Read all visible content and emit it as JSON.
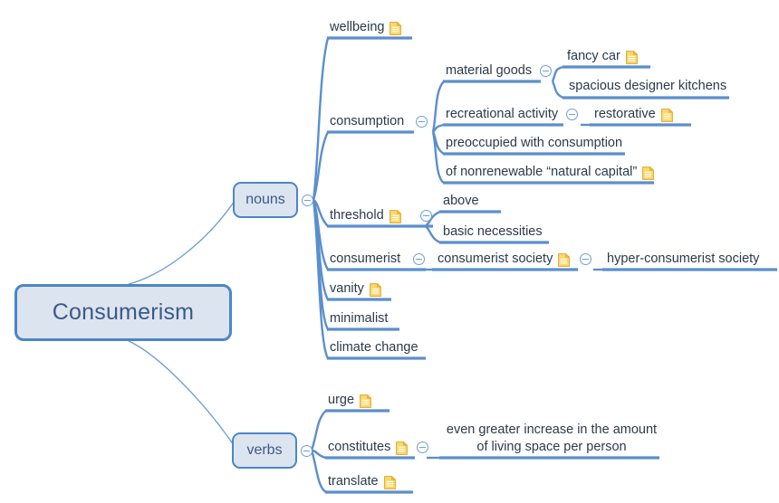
{
  "diagram": {
    "type": "mind-map",
    "colors": {
      "node_fill": "#dce4f0",
      "node_border": "#4a86c8",
      "node_text": "#3b5a87",
      "topic_text": "#2b3a4a",
      "branch_line": "#5b8fcc",
      "connector_line": "#6f9fd8",
      "note_icon": "#f5c344",
      "collapse_icon": "#6f9fd8",
      "background": "#ffffff"
    },
    "root": {
      "label": "Consumerism",
      "has_note": false,
      "collapse_state": "expanded"
    },
    "branches": [
      {
        "label": "nouns",
        "has_note": false,
        "collapse_state": "expanded",
        "collapse_icon": "circle-minus-icon",
        "children": [
          {
            "label": "wellbeing",
            "has_note": true,
            "note_icon": "note-document-icon",
            "collapse_state": "leaf",
            "children": []
          },
          {
            "label": "consumption",
            "has_note": false,
            "collapse_state": "expanded",
            "collapse_icon": "circle-minus-icon",
            "children": [
              {
                "label": "material goods",
                "has_note": false,
                "collapse_state": "expanded",
                "collapse_icon": "circle-minus-icon",
                "children": [
                  {
                    "label": "fancy car",
                    "has_note": true,
                    "note_icon": "note-document-icon",
                    "collapse_state": "leaf",
                    "children": []
                  },
                  {
                    "label": "spacious designer kitchens",
                    "has_note": false,
                    "collapse_state": "leaf",
                    "children": []
                  }
                ]
              },
              {
                "label": "recreational activity",
                "has_note": false,
                "collapse_state": "expanded",
                "collapse_icon": "circle-minus-icon",
                "children": [
                  {
                    "label": "restorative",
                    "has_note": true,
                    "note_icon": "note-document-icon",
                    "collapse_state": "leaf",
                    "children": []
                  }
                ]
              },
              {
                "label": "preoccupied with consumption",
                "has_note": false,
                "collapse_state": "leaf",
                "children": []
              },
              {
                "label": "of nonrenewable “natural capital”",
                "has_note": true,
                "note_icon": "note-document-icon",
                "collapse_state": "leaf",
                "children": []
              }
            ]
          },
          {
            "label": "threshold",
            "has_note": true,
            "note_icon": "note-document-icon",
            "collapse_state": "expanded",
            "collapse_icon": "circle-minus-icon",
            "children": [
              {
                "label": "above",
                "has_note": false,
                "collapse_state": "leaf",
                "children": []
              },
              {
                "label": "basic necessities",
                "has_note": false,
                "collapse_state": "leaf",
                "children": []
              }
            ]
          },
          {
            "label": "consumerist",
            "has_note": false,
            "collapse_state": "expanded",
            "collapse_icon": "circle-minus-icon",
            "children": [
              {
                "label": "consumerist society",
                "has_note": true,
                "note_icon": "note-document-icon",
                "collapse_state": "expanded",
                "collapse_icon": "circle-minus-icon",
                "children": [
                  {
                    "label": "hyper-consumerist society",
                    "has_note": false,
                    "collapse_state": "leaf",
                    "children": []
                  }
                ]
              }
            ]
          },
          {
            "label": "vanity",
            "has_note": true,
            "note_icon": "note-document-icon",
            "collapse_state": "leaf",
            "children": []
          },
          {
            "label": "minimalist",
            "has_note": false,
            "collapse_state": "leaf",
            "children": []
          },
          {
            "label": "climate change",
            "has_note": false,
            "collapse_state": "leaf",
            "children": []
          }
        ]
      },
      {
        "label": "verbs",
        "has_note": false,
        "collapse_state": "expanded",
        "collapse_icon": "circle-minus-icon",
        "children": [
          {
            "label": "urge",
            "has_note": true,
            "note_icon": "note-document-icon",
            "collapse_state": "leaf",
            "children": []
          },
          {
            "label": "constitutes",
            "has_note": true,
            "note_icon": "note-document-icon",
            "collapse_state": "expanded",
            "collapse_icon": "circle-minus-icon",
            "children": [
              {
                "label": "even greater increase in the amount\nof living space per person",
                "has_note": false,
                "collapse_state": "leaf",
                "children": []
              }
            ]
          },
          {
            "label": "translate",
            "has_note": true,
            "note_icon": "note-document-icon",
            "collapse_state": "leaf",
            "children": []
          }
        ]
      }
    ]
  },
  "nodes": {
    "root": "Consumerism",
    "nouns": "nouns",
    "verbs": "verbs",
    "wellbeing": "wellbeing",
    "consumption": "consumption",
    "material_goods": "material goods",
    "fancy_car": "fancy car",
    "spacious_designer_kitchens": "spacious designer kitchens",
    "recreational_activity": "recreational activity",
    "restorative": "restorative",
    "preoccupied_with_consumption": "preoccupied with consumption",
    "nonrenewable_natural_capital": "of nonrenewable “natural capital”",
    "threshold": "threshold",
    "above": "above",
    "basic_necessities": "basic necessities",
    "consumerist": "consumerist",
    "consumerist_society": "consumerist society",
    "hyper_consumerist_society": "hyper-consumerist society",
    "vanity": "vanity",
    "minimalist": "minimalist",
    "climate_change": "climate change",
    "urge": "urge",
    "constitutes": "constitutes",
    "living_space_line1": "even greater increase in the amount",
    "living_space_line2": "of living space per person",
    "translate": "translate"
  }
}
